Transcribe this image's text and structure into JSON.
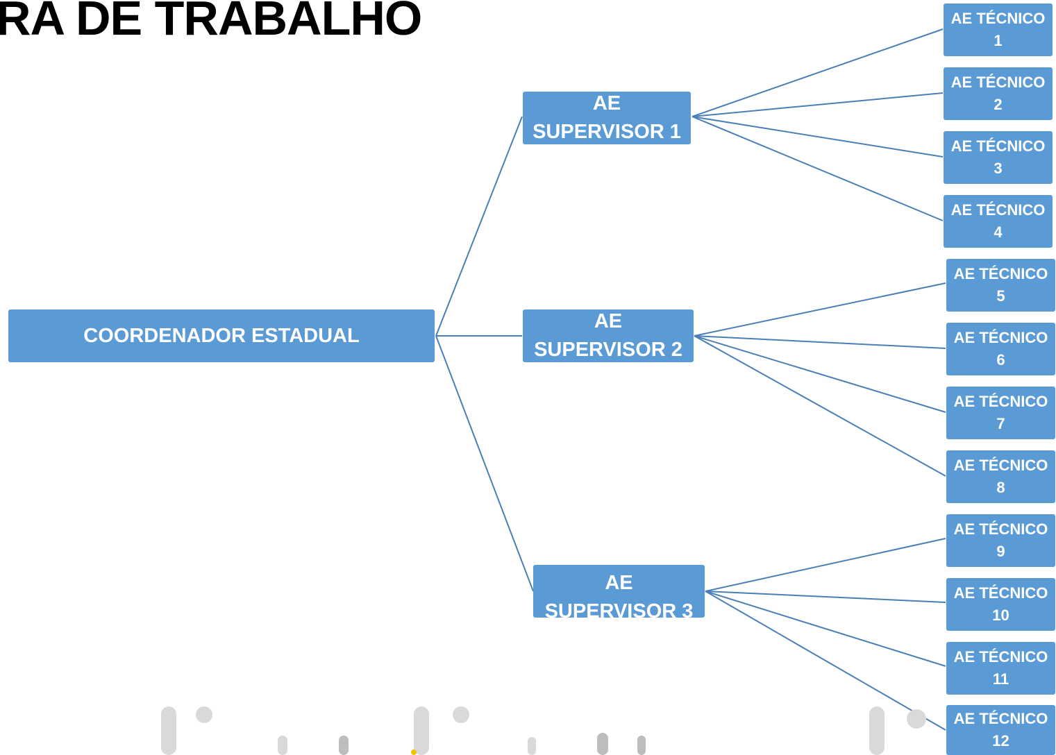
{
  "title": "RA DE TRABALHO",
  "root": {
    "label": "COORDENADOR ESTADUAL"
  },
  "supervisors": [
    {
      "line1": "AE",
      "line2": "SUPERVISOR 1"
    },
    {
      "line1": "AE",
      "line2": "SUPERVISOR 2"
    },
    {
      "line1": "AE",
      "line2": "SUPERVISOR 3"
    }
  ],
  "technicians": [
    {
      "line1": "AE TÉCNICO",
      "line2": "1"
    },
    {
      "line1": "AE TÉCNICO",
      "line2": "2"
    },
    {
      "line1": "AE TÉCNICO",
      "line2": "3"
    },
    {
      "line1": "AE TÉCNICO",
      "line2": "4"
    },
    {
      "line1": "AE TÉCNICO",
      "line2": "5"
    },
    {
      "line1": "AE TÉCNICO",
      "line2": "6"
    },
    {
      "line1": "AE TÉCNICO",
      "line2": "7"
    },
    {
      "line1": "AE TÉCNICO",
      "line2": "8"
    },
    {
      "line1": "AE TÉCNICO",
      "line2": "9"
    },
    {
      "line1": "AE TÉCNICO",
      "line2": "10"
    },
    {
      "line1": "AE TÉCNICO",
      "line2": "11"
    },
    {
      "line1": "AE TÉCNICO",
      "line2": "12"
    }
  ],
  "colors": {
    "node_fill": "#5b9bd5",
    "connector": "#4a7fb5",
    "text": "#ffffff"
  }
}
